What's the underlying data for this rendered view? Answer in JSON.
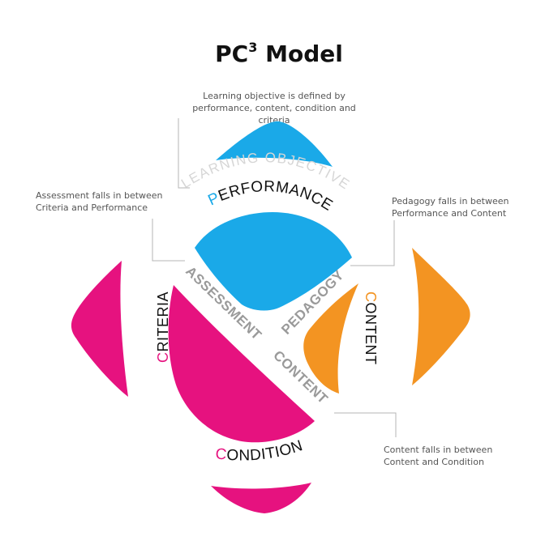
{
  "title": {
    "main": "PC",
    "superscript": "3",
    "rest": " Model"
  },
  "notes": {
    "learning_objective": [
      "Learning objective is defined by",
      "performance, content, condition and criteria"
    ],
    "assessment": [
      "Assessment falls in between",
      "Criteria and Performance"
    ],
    "pedagogy": [
      "Pedagogy falls in between",
      "Performance and Content"
    ],
    "content": [
      "Content falls in between",
      "Content and Condition"
    ]
  },
  "labels": {
    "learning_objective": "LEARNING OBJECTIVE",
    "performance": {
      "initial": "P",
      "rest": "ERFORMANCE"
    },
    "criteria": {
      "initial": "C",
      "rest": "RITERIA"
    },
    "content_right": {
      "initial": "C",
      "rest": "ONTENT"
    },
    "condition": {
      "initial": "C",
      "rest": "ONDITION"
    },
    "assessment": "ASSESSMENT",
    "pedagogy": "PEDAGOGY",
    "content_center": "CONTENT"
  },
  "colors": {
    "blue": "#1aa9e8",
    "magenta": "#e6127f",
    "orange": "#f39422",
    "grey_label": "#9a9a9a",
    "light_grey_label": "#d6d6d6",
    "connector": "#b5b5b5"
  }
}
